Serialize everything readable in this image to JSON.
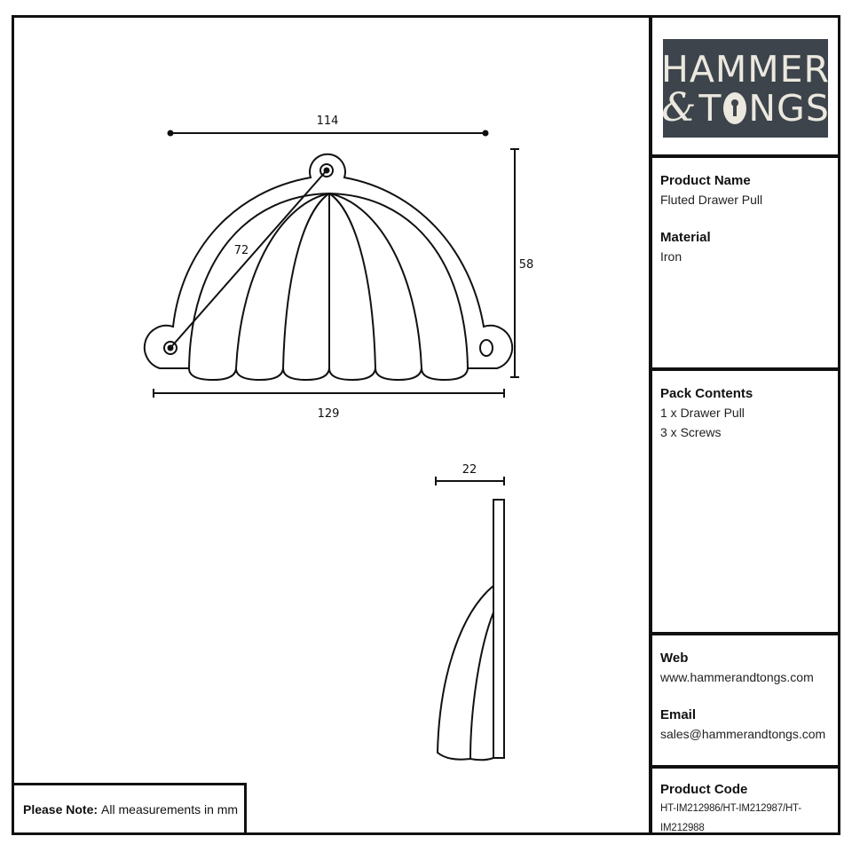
{
  "brand": {
    "line1": "HAMMER",
    "ampersand": "&",
    "line2": "TONGS",
    "logo_bg": "#3d444b",
    "logo_fg": "#ebe8df"
  },
  "product": {
    "name_label": "Product Name",
    "name": "Fluted Drawer Pull",
    "material_label": "Material",
    "material": "Iron"
  },
  "pack": {
    "label": "Pack Contents",
    "items": [
      "1 x Drawer Pull",
      "3 x Screws"
    ]
  },
  "contact": {
    "web_label": "Web",
    "web": "www.hammerandtongs.com",
    "email_label": "Email",
    "email": "sales@hammerandtongs.com"
  },
  "code": {
    "label": "Product Code",
    "value": "HT-IM212986/HT-IM212987/HT-IM212988"
  },
  "note": {
    "label": "Please Note:",
    "text": "All measurements in mm"
  },
  "dimensions": {
    "hole_spacing": "114",
    "diagonal": "72",
    "height": "58",
    "overall_width": "129",
    "depth": "22"
  }
}
